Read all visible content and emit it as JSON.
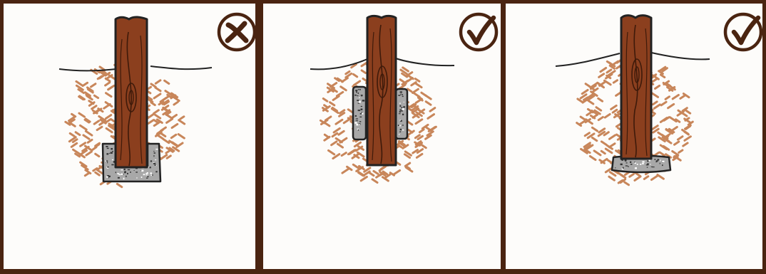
{
  "figure": {
    "frame_color": "#4a2411",
    "background_color": "#fdfcfa",
    "panels": [
      {
        "id": "panel-1",
        "verdict": "incorrect",
        "badge_icon": "cross-icon",
        "footing": "concrete-cup-around-post-base",
        "colors": {
          "wood": "#8b3f1e",
          "soil": "#c8865a",
          "concrete": "#a8a8a8",
          "outline": "#222222"
        }
      },
      {
        "id": "panel-2",
        "verdict": "correct",
        "badge_icon": "checkmark-icon",
        "footing": "concrete-side-blocks-beside-post",
        "colors": {
          "wood": "#8b3f1e",
          "soil": "#c8865a",
          "concrete": "#a8a8a8",
          "outline": "#222222"
        }
      },
      {
        "id": "panel-3",
        "verdict": "correct",
        "badge_icon": "checkmark-icon",
        "footing": "concrete-pad-under-post",
        "colors": {
          "wood": "#8b3f1e",
          "soil": "#c8865a",
          "concrete": "#a8a8a8",
          "outline": "#222222"
        }
      }
    ]
  }
}
